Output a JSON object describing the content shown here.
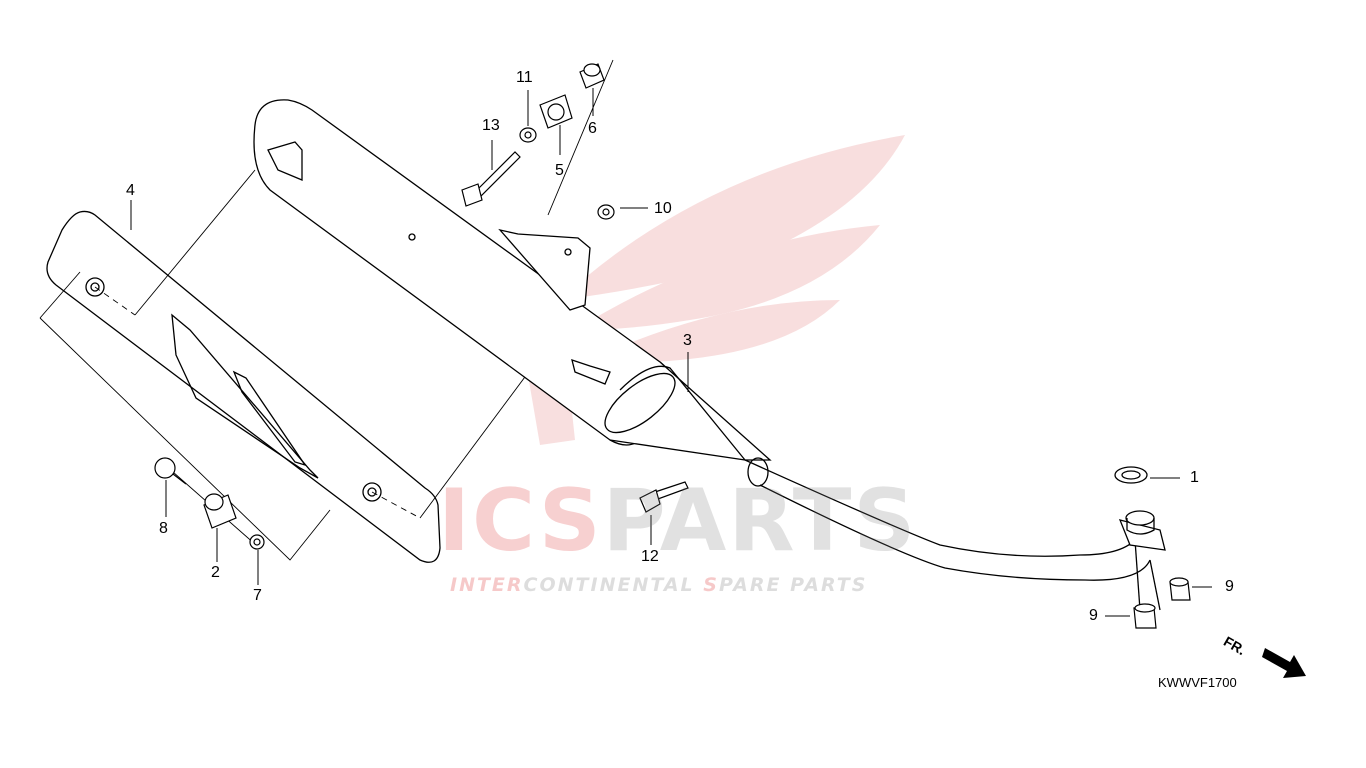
{
  "watermark": {
    "brand_red": "ICS",
    "brand_gray": "PARTS",
    "tagline_red_1": "INTER",
    "tagline_gray_1": "CONTINENTAL ",
    "tagline_red_2": "S",
    "tagline_gray_2": "PARE PARTS",
    "colors": {
      "red": "#dc2828",
      "gray": "#787878"
    }
  },
  "diagram": {
    "code": "KWWVF1700",
    "direction_label": "FR.",
    "part_labels": [
      "1",
      "2",
      "3",
      "4",
      "5",
      "6",
      "7",
      "8",
      "9",
      "9",
      "10",
      "11",
      "12",
      "13"
    ]
  }
}
